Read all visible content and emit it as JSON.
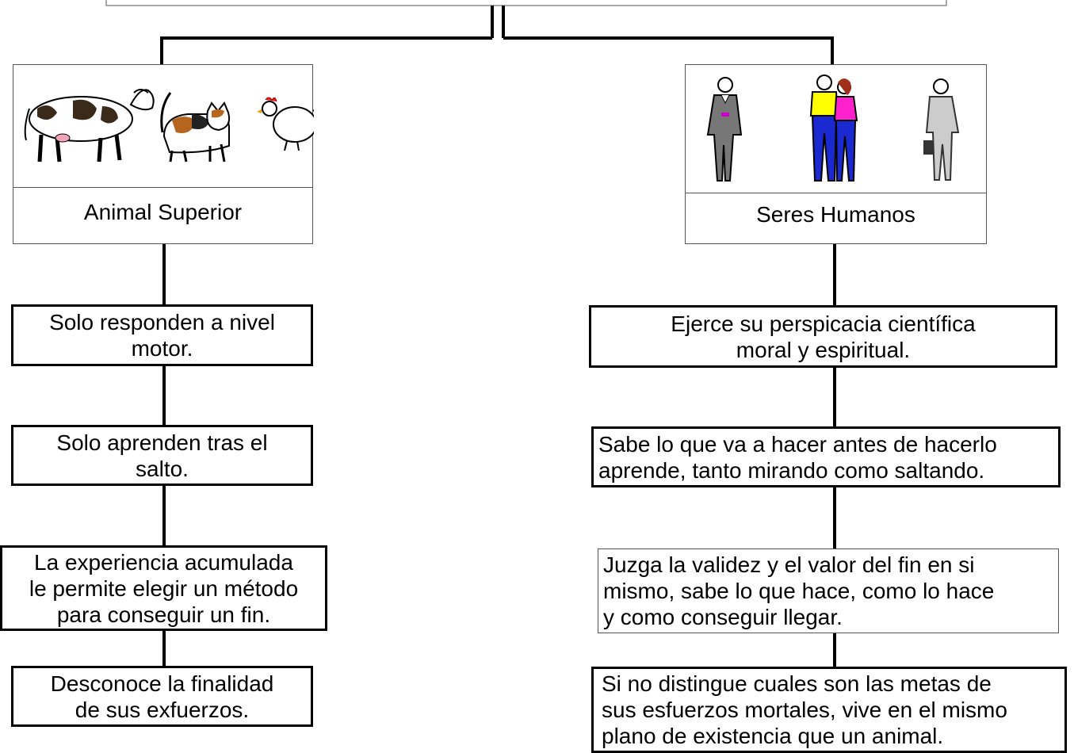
{
  "left": {
    "title": "Animal Superior",
    "nodes": [
      [
        "Solo responden a nivel",
        "motor."
      ],
      [
        "Solo aprenden tras el",
        "salto."
      ],
      [
        "La experiencia acumulada",
        "le permite elegir un método",
        "para conseguir un fin."
      ],
      [
        "Desconoce la finalidad",
        "de sus exfuerzos."
      ]
    ]
  },
  "right": {
    "title": "Seres Humanos",
    "nodes": [
      [
        "Ejerce su perspicacia científica",
        "moral y espiritual."
      ],
      [
        "Sabe lo que va a hacer antes de hacerlo",
        "aprende, tanto mirando como saltando."
      ],
      [
        "Juzga la validez y el valor del fin en si",
        "mismo, sabe lo que hace, como lo hace",
        "y como conseguir llegar."
      ],
      [
        "Si no distingue cuales son las metas de",
        "sus esfuerzos mortales, vive en el mismo",
        "plano de existencia que un animal."
      ]
    ]
  }
}
